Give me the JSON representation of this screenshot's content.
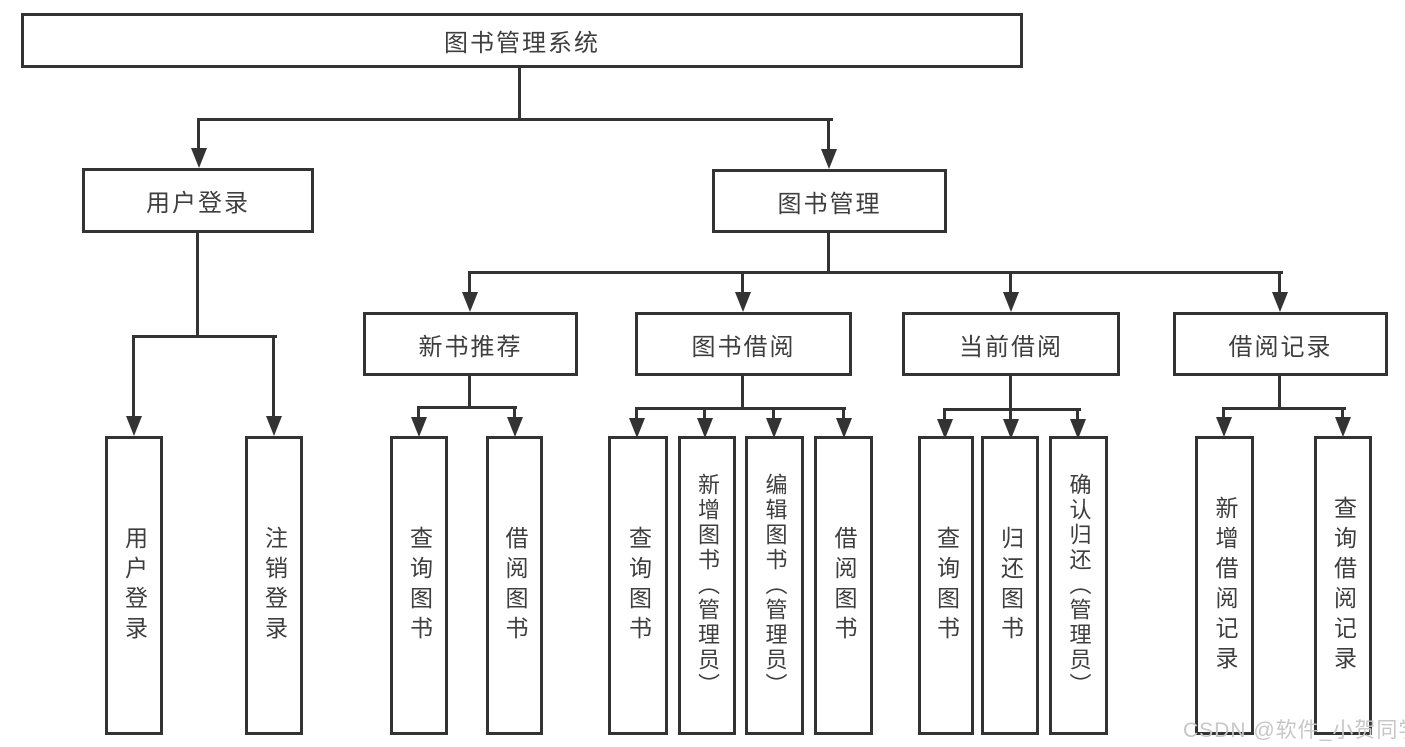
{
  "tree": {
    "root": {
      "label": "图书管理系统"
    },
    "branches": [
      {
        "label": "用户登录",
        "children": [
          {
            "label": "用户登录"
          },
          {
            "label": "注销登录"
          }
        ]
      },
      {
        "label": "图书管理",
        "children": [
          {
            "label": "新书推荐",
            "children": [
              {
                "label": "查询图书"
              },
              {
                "label": "借阅图书"
              }
            ]
          },
          {
            "label": "图书借阅",
            "children": [
              {
                "label": "查询图书"
              },
              {
                "label": "新增图书（管理员）"
              },
              {
                "label": "编辑图书（管理员）"
              },
              {
                "label": "借阅图书"
              }
            ]
          },
          {
            "label": "当前借阅",
            "children": [
              {
                "label": "查询图书"
              },
              {
                "label": "归还图书"
              },
              {
                "label": "确认归还（管理员）"
              }
            ]
          },
          {
            "label": "借阅记录",
            "children": [
              {
                "label": "新增借阅记录"
              },
              {
                "label": "查询借阅记录"
              }
            ]
          }
        ]
      }
    ]
  },
  "watermark": {
    "text": "CSDN @软件_小贺同学",
    "color": "#c7c7c7"
  },
  "colors": {
    "line": "#333333",
    "text": "#3e3e3e",
    "background": "#ffffff"
  }
}
